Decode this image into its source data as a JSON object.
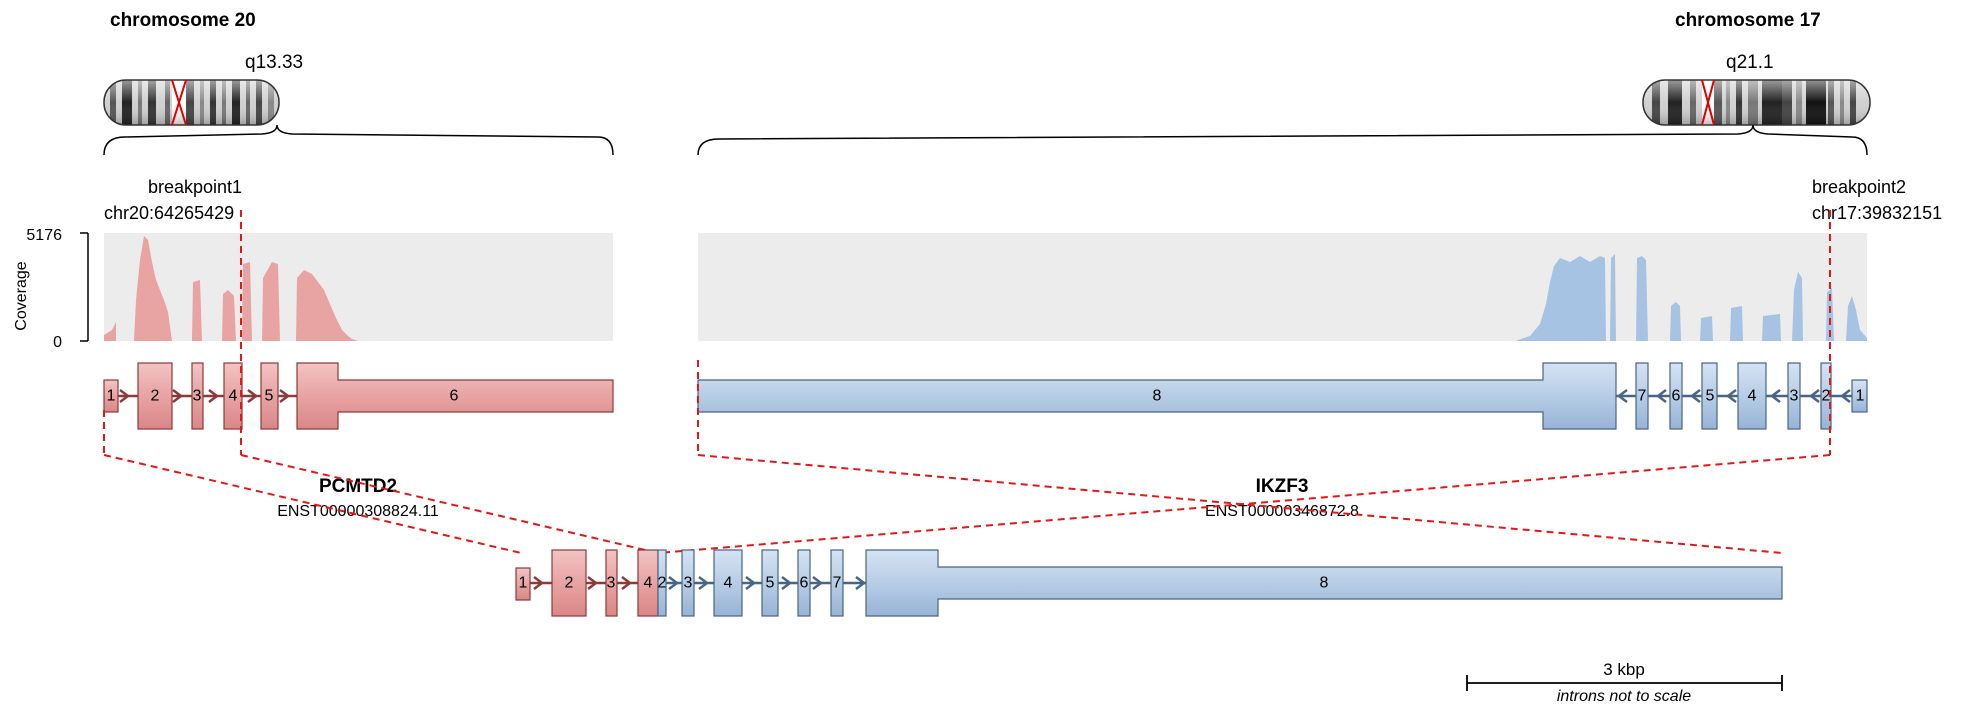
{
  "chromosomes": {
    "left": {
      "name": "chromosome 20",
      "band": "q13.33"
    },
    "right": {
      "name": "chromosome 17",
      "band": "q21.1"
    }
  },
  "breakpoints": {
    "left": {
      "label": "breakpoint1",
      "position": "chr20:64265429"
    },
    "right": {
      "label": "breakpoint2",
      "position": "chr17:39832151"
    }
  },
  "coverage": {
    "axis_label": "Coverage",
    "max_label": "5176",
    "min_label": "0"
  },
  "genes": {
    "left": {
      "name": "PCMTD2",
      "transcript": "ENST00000308824.11",
      "color": "#e8a3a3",
      "stroke": "#8b3a3a",
      "exons": [
        "1",
        "2",
        "3",
        "4",
        "5",
        "6"
      ]
    },
    "right": {
      "name": "IKZF3",
      "transcript": "ENST00000346872.8",
      "color": "#b7cde6",
      "stroke": "#4a6484",
      "exons": [
        "8",
        "7",
        "6",
        "5",
        "4",
        "3",
        "2",
        "1"
      ]
    }
  },
  "fusion": {
    "exons": [
      "1",
      "2",
      "3",
      "4",
      "2",
      "3",
      "4",
      "5",
      "6",
      "7",
      "8"
    ]
  },
  "scale": {
    "label": "3 kbp",
    "note": "introns not to scale"
  },
  "colors": {
    "breakpoint_line": "#e01818",
    "coverage_bg": "#ececec",
    "left_coverage": "#e8a3a3",
    "right_coverage": "#a7c3e3"
  }
}
